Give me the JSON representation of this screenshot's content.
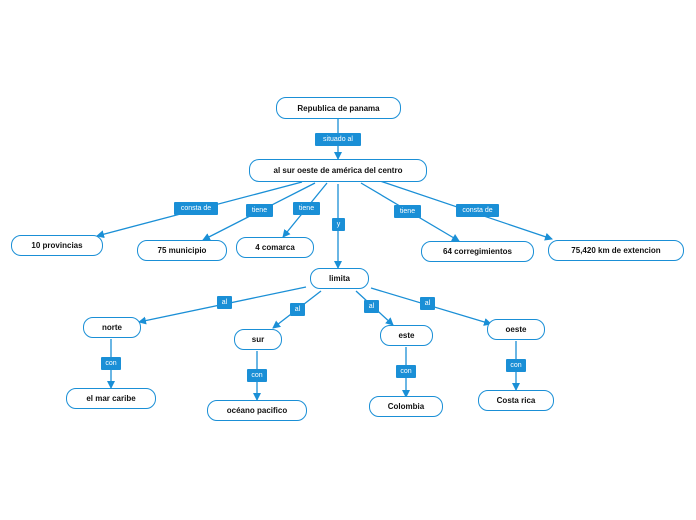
{
  "colors": {
    "accent": "#1a8fd6",
    "text": "#111111",
    "background": "#ffffff"
  },
  "nodes": {
    "republica": "Republica de panama",
    "sur_oeste": "al sur oeste de américa del centro",
    "provincias": "10 provincias",
    "municipio": "75 municipio",
    "comarca": "4 comarca",
    "corregimientos": "64 corregimientos",
    "extension": "75,420 km de extencion",
    "limita": "limita",
    "norte": "norte",
    "sur": "sur",
    "este": "este",
    "oeste": "oeste",
    "mar_caribe": "el mar caribe",
    "oceano": "océano pacifico",
    "colombia": "Colombia",
    "costa_rica": "Costa rica"
  },
  "labels": {
    "situado": "situado al",
    "consta_left": "consta de",
    "tiene_1": "tiene",
    "tiene_2": "tiene",
    "y": "y",
    "tiene_3": "tiene",
    "consta_right": "consta de",
    "al_norte": "al",
    "al_sur": "al",
    "al_este": "al",
    "al_oeste": "al",
    "con_norte": "con",
    "con_sur": "con",
    "con_este": "con",
    "con_oeste": "con"
  }
}
